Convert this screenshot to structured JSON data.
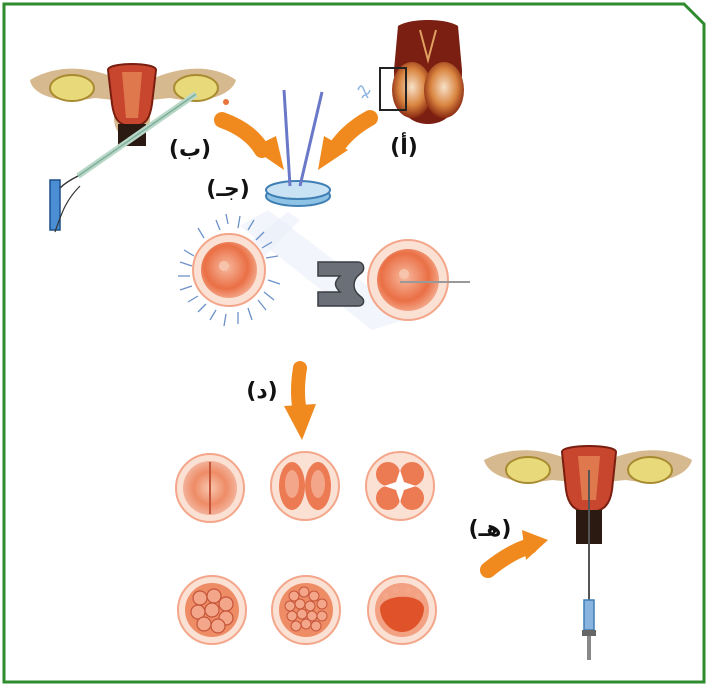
{
  "labels": {
    "a": "(أ)",
    "b": "(ب)",
    "c": "(جـ)",
    "d": "(د)",
    "e": "(هـ)"
  },
  "colors": {
    "frame_border": "#2e8b2e",
    "arrow": "#f08a1e",
    "cell_outer": "#f4a68a",
    "cell_inner": "#ec7a52",
    "uterus": "#c8452e",
    "ovary": "#e8d97a",
    "dish": "#8fc3e6",
    "pipette": "#6a78c8"
  },
  "icons": [
    "female-reproductive-system-icon",
    "male-testes-icon",
    "petri-dish-icon",
    "egg-cell-icon",
    "embryo-stage-icon",
    "syringe-icon"
  ]
}
